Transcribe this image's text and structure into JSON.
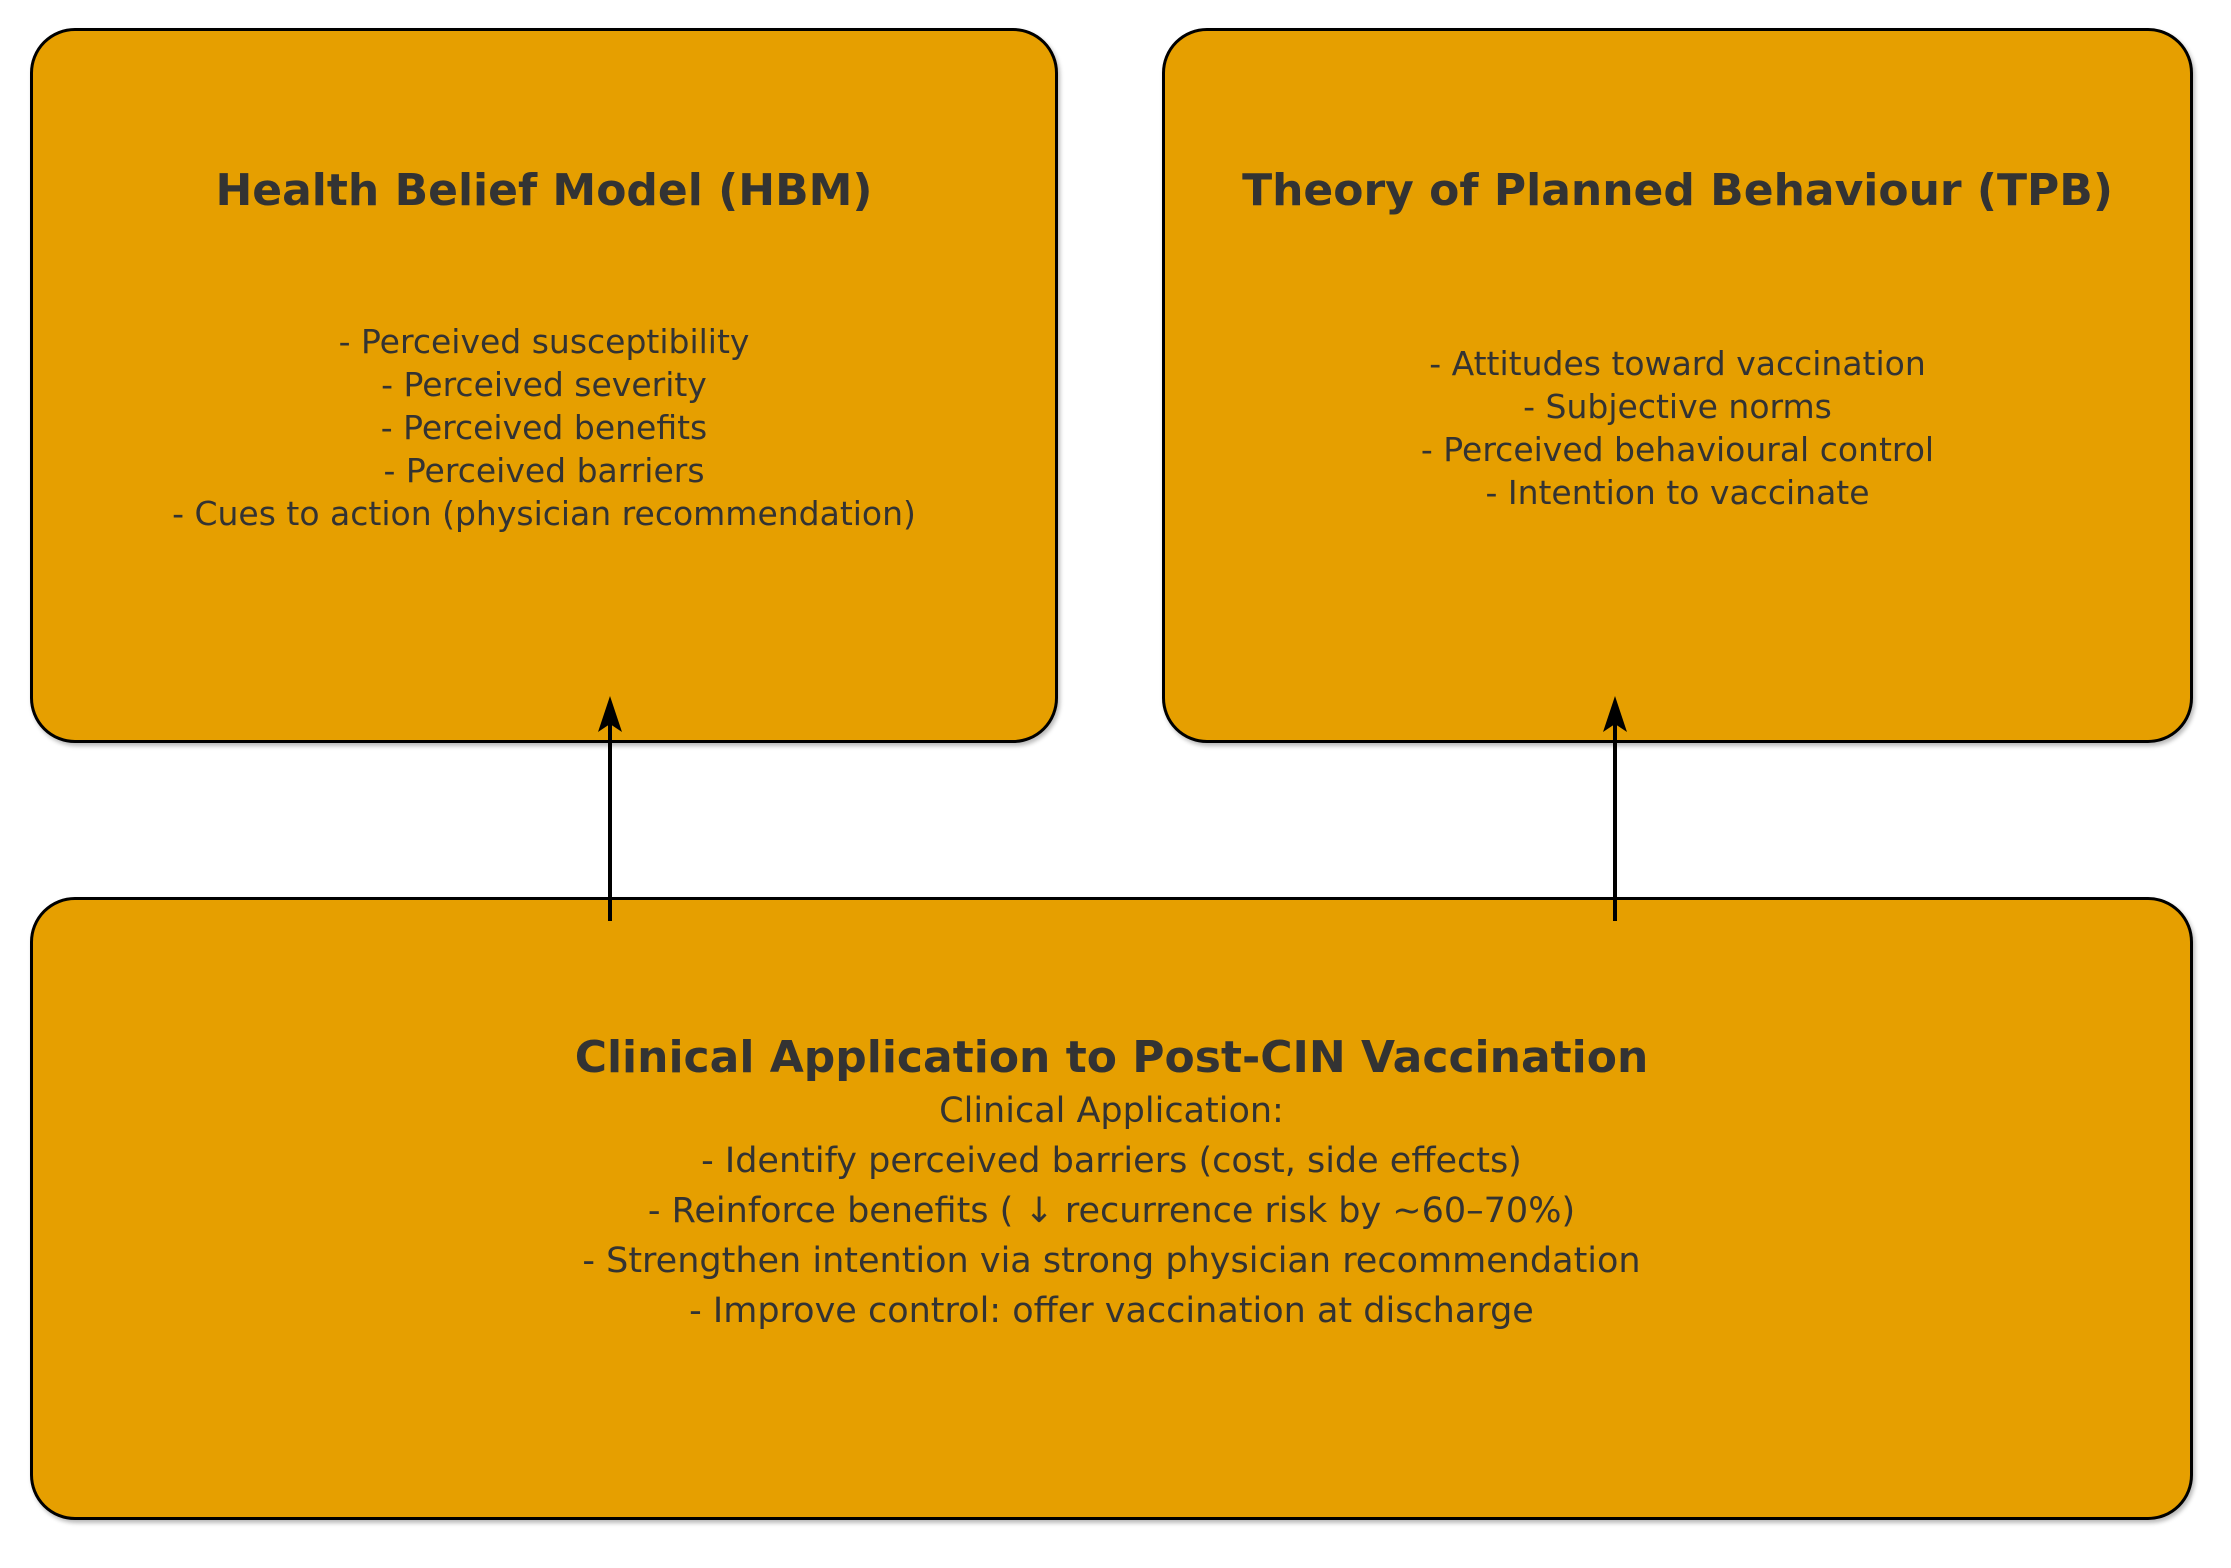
{
  "diagram": {
    "type": "concept-flow-diagram",
    "background": "#ffffff"
  },
  "colors": {
    "box_fill": "#E69F00",
    "box_border": "#000000",
    "text": "#333333",
    "arrow": "#000000"
  },
  "boxes": {
    "hbm": {
      "title": "Health Belief Model (HBM)",
      "items": [
        "- Perceived susceptibility",
        "- Perceived severity",
        "- Perceived benefits",
        "- Perceived barriers",
        "- Cues to action (physician recommendation)"
      ]
    },
    "tpb": {
      "title": "Theory of Planned Behaviour (TPB)",
      "items": [
        "- Attitudes toward vaccination",
        "- Subjective norms",
        "- Perceived behavioural control",
        "- Intention to vaccinate"
      ]
    },
    "clinical": {
      "title": "Clinical Application to Post-CIN Vaccination",
      "intro": "Clinical Application:",
      "items": [
        "- Identify perceived barriers (cost, side effects)",
        "- Reinforce benefits ( ↓ recurrence risk by ~60–70%)",
        "- Strengthen intention via strong physician recommendation",
        "- Improve control: offer vaccination at discharge"
      ]
    }
  },
  "arrows": [
    {
      "name": "clinical-to-hbm",
      "direction": "up"
    },
    {
      "name": "clinical-to-tpb",
      "direction": "up"
    }
  ]
}
